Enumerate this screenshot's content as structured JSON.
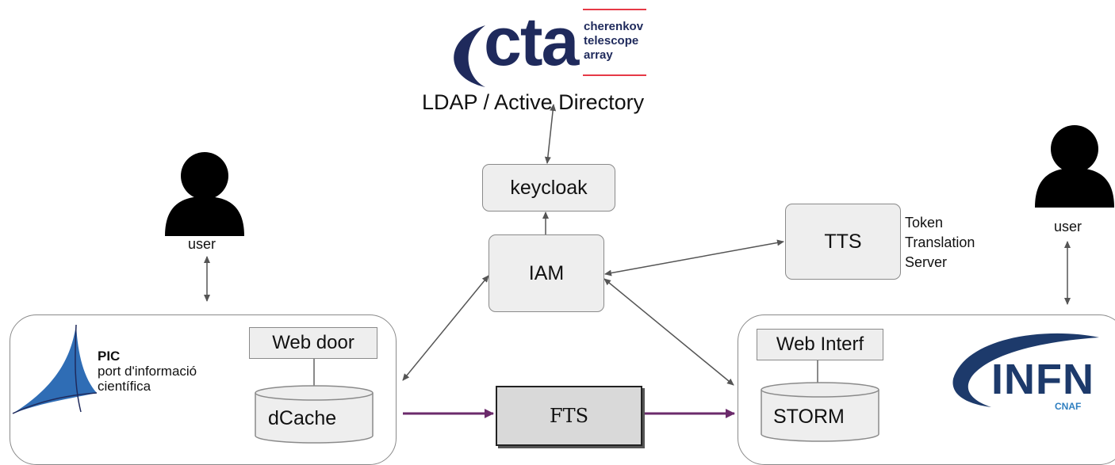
{
  "colors": {
    "node_fill": "#eeeeee",
    "node_border": "#8a8a8a",
    "arrow": "#555555",
    "transfer_arrow": "#6b2a6b",
    "fts_fill": "#d9d9d9",
    "cta_navy": "#1f2a5c",
    "cta_red": "#e63946",
    "pic_blue": "#2f6db5",
    "infn_navy": "#1d3a6b",
    "infn_blue": "#2f7fc0"
  },
  "cta": {
    "logo_text": "cta",
    "tag_lines": [
      "cherenkov",
      "telescope",
      "array"
    ],
    "directory_label": "LDAP / Active Directory"
  },
  "nodes": {
    "keycloak": "keycloak",
    "iam": "IAM",
    "tts": "TTS",
    "tts_description": [
      "Token",
      "Translation",
      "Server"
    ],
    "fts": "FTS"
  },
  "left_site": {
    "user_label": "user",
    "logo_title": "PIC",
    "logo_lines": [
      "port d'informació",
      "científica"
    ],
    "web_door": "Web door",
    "storage": "dCache"
  },
  "right_site": {
    "user_label": "user",
    "logo_text": "INFN",
    "logo_sub": "CNAF",
    "web_interface": "Web Interf",
    "storage": "STORM"
  }
}
